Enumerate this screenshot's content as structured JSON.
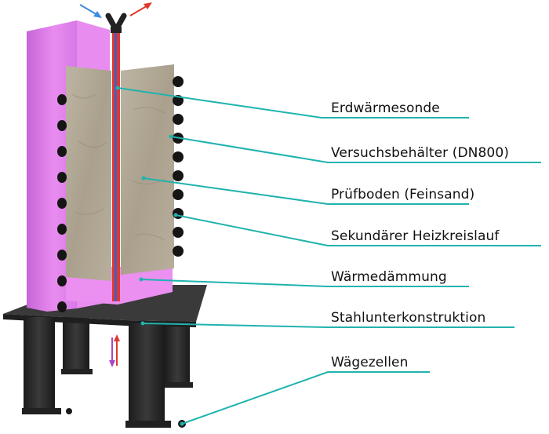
{
  "labels": {
    "ground_probe": "Erdwärmesonde",
    "test_container": "Versuchsbehälter (DN800)",
    "test_soil": "Prüfboden (Feinsand)",
    "secondary_heating_circuit": "Sekundärer Heizkreislauf",
    "thermal_insulation": "Wärmedämmung",
    "steel_substructure": "Stahlunterkonstruktion",
    "load_cells": "Wägezellen"
  },
  "colors": {
    "leader_line": "#20b3ae",
    "insulation": "#e07de8",
    "insulation_dark": "#b552c6",
    "soil": "#b3aa98",
    "probe_red": "#e2382c",
    "probe_blue": "#3a5fd2",
    "steel": "#2b2b2b",
    "arrow_blue": "#3d8ce0",
    "arrow_red": "#e0392b",
    "arrow_purple": "#a845c9"
  }
}
